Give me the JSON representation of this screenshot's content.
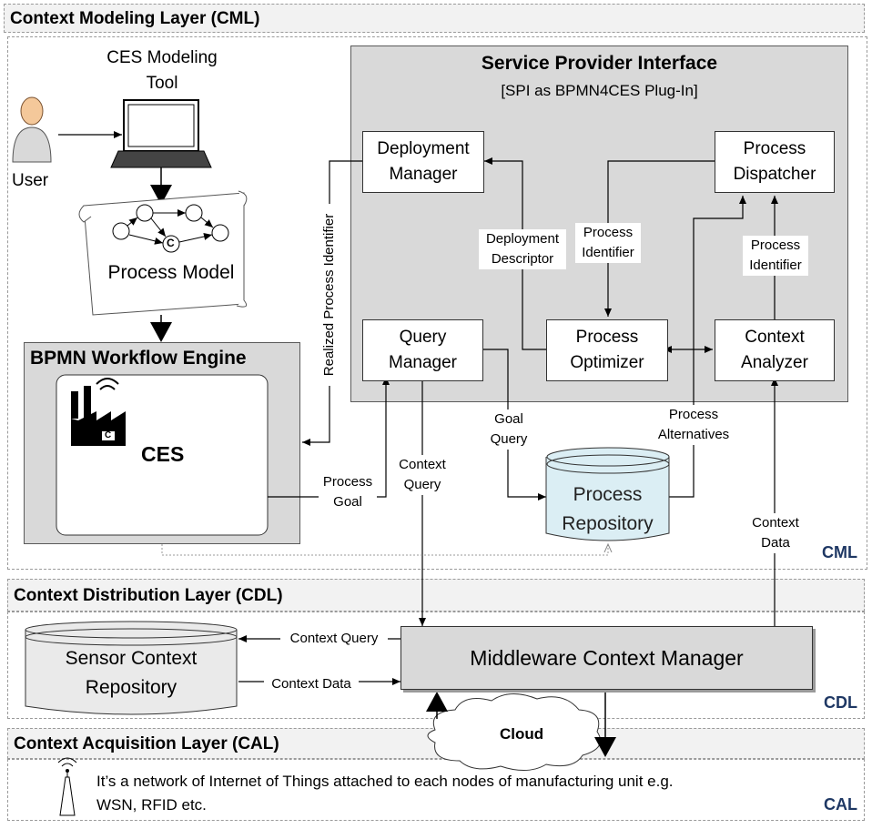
{
  "layers": {
    "cml": {
      "title": "Context Modeling Layer (CML)",
      "tag": "CML"
    },
    "cdl": {
      "title": "Context  Distribution Layer (CDL)",
      "tag": "CDL"
    },
    "cal": {
      "title": "Context Acquisition Layer (CAL)",
      "tag": "CAL",
      "description_line1": "It’s a network of Internet of Things attached to each nodes of manufacturing unit e.g.",
      "description_line2": "WSN, RFID etc."
    }
  },
  "modeling": {
    "tool_label_1": "CES Modeling",
    "tool_label_2": "Tool",
    "user_label": "User",
    "process_model": "Process Model",
    "process_model_c": "C"
  },
  "engine": {
    "title": "BPMN Workflow Engine",
    "ces": "CES",
    "factory_c": "C"
  },
  "spi": {
    "title": "Service Provider Interface",
    "subtitle": "[SPI as BPMN4CES Plug-In]",
    "deployment_manager_1": "Deployment",
    "deployment_manager_2": "Manager",
    "process_dispatcher_1": "Process",
    "process_dispatcher_2": "Dispatcher",
    "query_manager_1": "Query",
    "query_manager_2": "Manager",
    "process_optimizer_1": "Process",
    "process_optimizer_2": "Optimizer",
    "context_analyzer_1": "Context",
    "context_analyzer_2": "Analyzer"
  },
  "edges": {
    "deployment_descriptor_1": "Deployment",
    "deployment_descriptor_2": "Descriptor",
    "process_identifier_1a": "Process",
    "process_identifier_1b": "Identifier",
    "process_identifier_2a": "Process",
    "process_identifier_2b": "Identifier",
    "realized_process_identifier": "Realized Process Identifier",
    "goal_query_1": "Goal",
    "goal_query_2": "Query",
    "process_alternatives_1": "Process",
    "process_alternatives_2": "Alternatives",
    "process_goal_1": "Process",
    "process_goal_2": "Goal",
    "context_query_v1": "Context",
    "context_query_v2": "Query",
    "context_data_v1": "Context",
    "context_data_v2": "Data",
    "context_query_h": "Context Query",
    "context_data_h": "Context Data"
  },
  "repositories": {
    "process_repo_1": "Process",
    "process_repo_2": "Repository",
    "sensor_repo_1": "Sensor Context",
    "sensor_repo_2": "Repository"
  },
  "middleware": {
    "label": "Middleware Context Manager"
  },
  "cloud": {
    "label": "Cloud"
  },
  "icons": [
    "user-icon",
    "laptop-icon",
    "scroll-icon",
    "factory-icon",
    "antenna-icon",
    "cloud-icon"
  ],
  "colors": {
    "layer_tag": "#1f3864",
    "box_gray": "#d9d9d9",
    "bar_gray": "#f2f2f2"
  }
}
